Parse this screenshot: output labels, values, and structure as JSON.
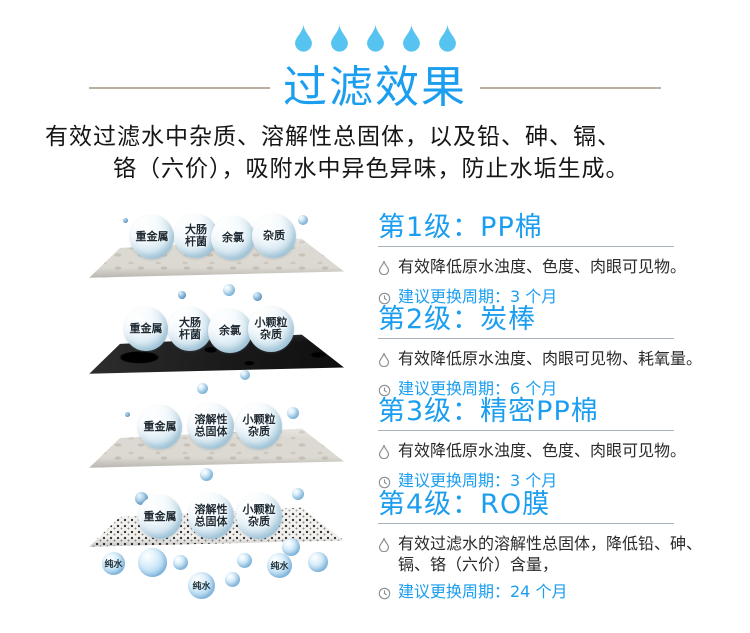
{
  "header": {
    "decorative_drops": 5,
    "drop_icon": "water-drop-icon",
    "title": "过滤效果"
  },
  "intro": {
    "line1": "有效过滤水中杂质、溶解性总固体，以及铅、砷、镉、",
    "line2": "铬（六价），吸附水中异色异味，防止水垢生成。"
  },
  "stages": [
    {
      "title": "第1级：PP棉",
      "effect": "有效降低原水浊度、色度、肉眼可见物。",
      "cycle": "建议更换周期：3 个月",
      "sheet": "pp-cotton",
      "bubbles": [
        "重金属",
        "大肠\n杆菌",
        "余氯",
        "杂质"
      ]
    },
    {
      "title": "第2级：炭棒",
      "effect": "有效降低原水浊度、肉眼可见物、耗氧量。",
      "cycle": "建议更换周期：6 个月",
      "sheet": "carbon-rod",
      "bubbles": [
        "重金属",
        "大肠\n杆菌",
        "余氯",
        "小颗粒\n杂质"
      ]
    },
    {
      "title": "第3级：精密PP棉",
      "effect": "有效降低原水浊度、色度、肉眼可见物。",
      "cycle": "建议更换周期：3 个月",
      "sheet": "pp-cotton",
      "bubbles": [
        "重金属",
        "溶解性\n总固体",
        "小颗粒\n杂质"
      ]
    },
    {
      "title": "第4级：RO膜",
      "effect": "有效过滤水的溶解性总固体，降低铅、砷、镉、铬（六价）含量，",
      "cycle": "建议更换周期：24 个月",
      "sheet": "ro-membrane",
      "bubbles": [
        "重金属",
        "溶解性\n总固体",
        "小颗粒\n杂质"
      ],
      "pure_labels": [
        "纯水",
        "纯水",
        "纯水"
      ]
    }
  ],
  "icons": {
    "effect_line": "water-drop-outline-icon",
    "cycle_line": "clock-icon"
  },
  "colors": {
    "accent_blue": "#1b9df0",
    "header_drop_blue": "#56c3f1",
    "title_side_line": "#b9b0a0",
    "underline_gray": "#a9b2ba",
    "body_text": "#2a2a2a",
    "intro_text": "#161616"
  }
}
